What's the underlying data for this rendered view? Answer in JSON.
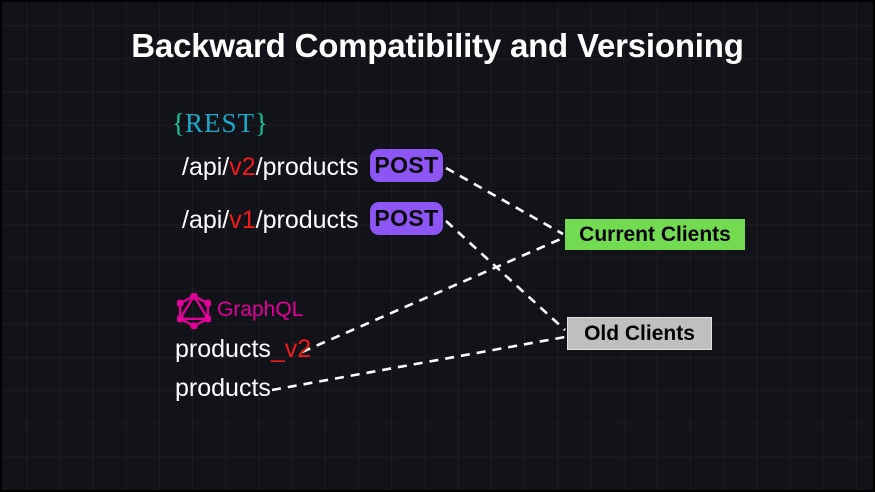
{
  "slide": {
    "title": "Backward Compatibility and Versioning",
    "background_color": "#121219",
    "grid_line_color": "rgba(255,255,255,0.045)"
  },
  "rest": {
    "logo": {
      "brace_open": "{",
      "word": "REST",
      "brace_close": "}",
      "brace_color": "#14C79A",
      "word_color": "#1BA9C9"
    },
    "endpoints": [
      {
        "prefix": "/api/",
        "version": "v2",
        "suffix": "/products",
        "method": "POST",
        "version_color": "#F01B18",
        "badge_color": "#8C55F4"
      },
      {
        "prefix": "/api/",
        "version": "v1",
        "suffix": "/products",
        "method": "POST",
        "version_color": "#F01B18",
        "badge_color": "#8C55F4"
      }
    ]
  },
  "graphql": {
    "logo_label": "GraphQL",
    "logo_color": "#E10098",
    "fields": [
      {
        "name": "products",
        "version": "_v2",
        "version_color": "#F01B18"
      },
      {
        "name": "products",
        "version": "",
        "version_color": "#F01B18"
      }
    ]
  },
  "clients": [
    {
      "label": "Current Clients",
      "color": "#72DB52",
      "text_color": "#000000"
    },
    {
      "label": "Old Clients",
      "color": "#BFBFBF",
      "text_color": "#000000"
    }
  ],
  "connections": [
    {
      "from": "/api/v2/products POST",
      "to": "Current Clients"
    },
    {
      "from": "/api/v1/products POST",
      "to": "Old Clients"
    },
    {
      "from": "products_v2",
      "to": "Current Clients"
    },
    {
      "from": "products",
      "to": "Old Clients"
    }
  ],
  "connector_style": {
    "color": "#FFFFFF",
    "dashed": true
  }
}
